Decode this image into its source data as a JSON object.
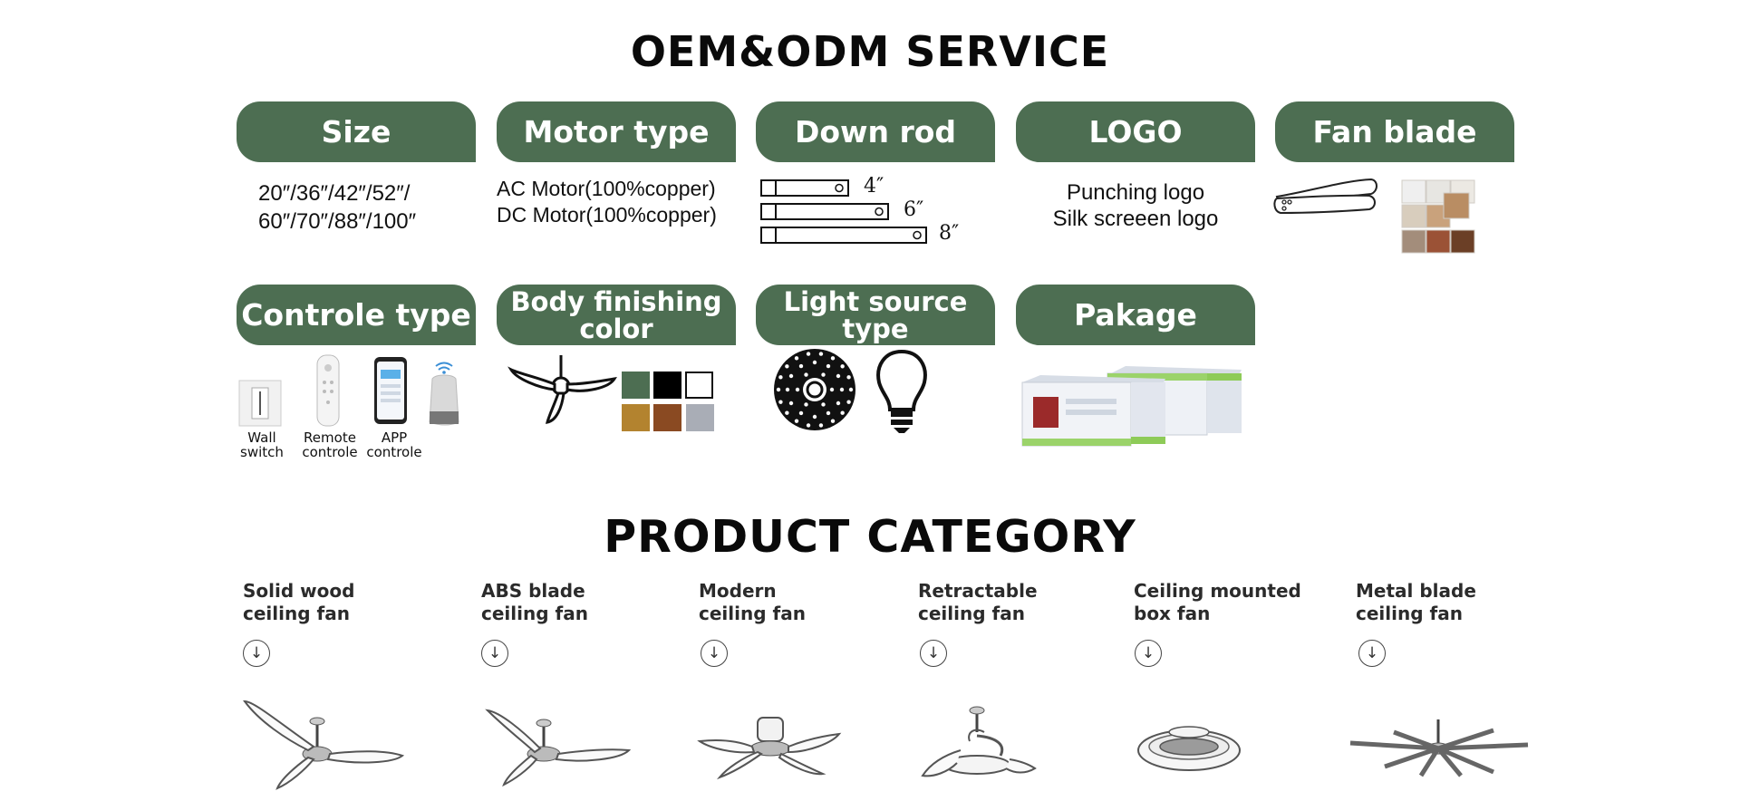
{
  "oem_title": "OEM&ODM SERVICE",
  "service_tabs": {
    "size": "Size",
    "motor": "Motor type",
    "downrod": "Down rod",
    "logo": "LOGO",
    "blade": "Fan blade",
    "control": "Controle type",
    "body_color_1": "Body finishing",
    "body_color_2": "color",
    "light_1": "Light source",
    "light_2": "type",
    "package": "Pakage"
  },
  "size_values": {
    "line1": "20″/36″/42″/52″/",
    "line2": "60″/70″/88″/100″"
  },
  "motor_values": {
    "line1": "AC Motor(100%copper)",
    "line2": "DC Motor(100%copper)"
  },
  "downrod_values": {
    "a": "4″",
    "b": "6″",
    "c": "8″"
  },
  "logo_values": {
    "line1": "Punching logo",
    "line2": "Silk screeen logo"
  },
  "control_captions": {
    "wall_1": "Wall",
    "wall_2": "switch",
    "remote_1": "Remote",
    "remote_2": "controle",
    "app_1": "APP",
    "app_2": "controle"
  },
  "swatch_colors": [
    "#4d6e52",
    "#000000",
    "#ffffff",
    "#b3832f",
    "#8a4a22",
    "#a9adb6"
  ],
  "blade_swatch_colors": [
    "#efefef",
    "#e7e6e2",
    "#ece9e3",
    "#d8cdbd",
    "#c9a27c",
    "#b98d63",
    "#a38d7b",
    "#9b5236",
    "#6b3f26"
  ],
  "product_title": "PRODUCT CATEGORY",
  "categories": [
    {
      "line1": "Solid wood",
      "line2": "ceiling fan",
      "icon": "arrow-down-circle-icon"
    },
    {
      "line1": "ABS blade",
      "line2": "ceiling fan",
      "icon": "arrow-down-circle-icon"
    },
    {
      "line1": "Modern",
      "line2": "ceiling fan",
      "icon": "arrow-down-circle-icon"
    },
    {
      "line1": "Retractable",
      "line2": "ceiling fan",
      "icon": "arrow-down-circle-icon"
    },
    {
      "line1": "Ceiling mounted",
      "line2": "box fan",
      "icon": "arrow-down-circle-icon"
    },
    {
      "line1": "Metal blade",
      "line2": "ceiling fan",
      "icon": "arrow-down-circle-icon"
    }
  ],
  "arrow_glyph": "↓"
}
